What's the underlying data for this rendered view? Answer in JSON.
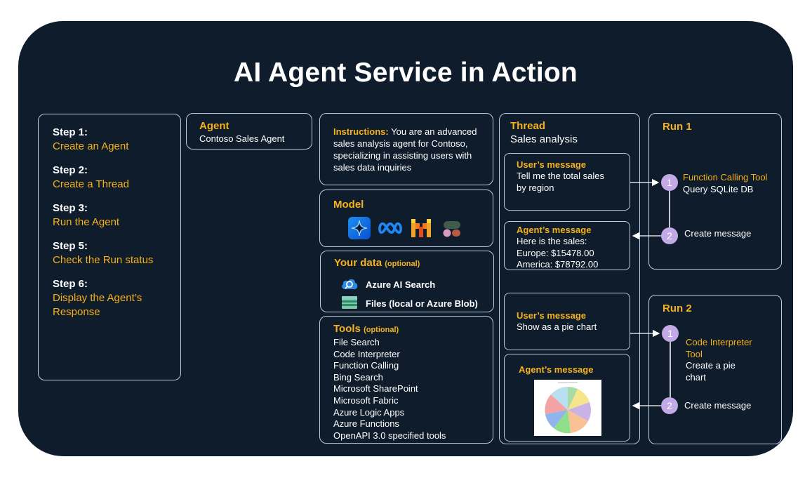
{
  "title": "AI Agent Service in Action",
  "steps": [
    {
      "key": "Step 1:",
      "value": "Create an Agent"
    },
    {
      "key": "Step 2:",
      "value": "Create a Thread"
    },
    {
      "key": "Step 3:",
      "value": "Run the Agent"
    },
    {
      "key": "Step 5:",
      "value": "Check the Run status"
    },
    {
      "key": "Step 6:",
      "value": "Display the Agent’s Response"
    }
  ],
  "agent": {
    "heading": "Agent",
    "name": "Contoso Sales Agent"
  },
  "instructions": {
    "label": "Instructions:",
    "text": " You are an advanced sales analysis agent for Contoso, specializing in assisting users with sales data inquiries"
  },
  "model": {
    "heading": "Model",
    "logos": [
      "azure-openai-icon",
      "meta-icon",
      "mistral-icon",
      "cohere-icon"
    ]
  },
  "your_data": {
    "heading": "Your data",
    "tag": "(optional)",
    "items": [
      {
        "label": "Azure AI Search",
        "icon": "azure-search-icon"
      },
      {
        "label": "Files (local or Azure Blob)",
        "icon": "storage-icon"
      }
    ]
  },
  "tools": {
    "heading": "Tools",
    "tag": "(optional)",
    "items": [
      "File Search",
      "Code Interpreter",
      "Function Calling",
      "Bing Search",
      "Microsoft SharePoint",
      "Microsoft Fabric",
      "Azure Logic Apps",
      "Azure Functions",
      "OpenAPI 3.0 specified tools"
    ]
  },
  "thread": {
    "heading": "Thread",
    "subtitle": "Sales analysis",
    "messages": [
      {
        "heading": "User’s message",
        "lines": [
          "Tell me the total sales",
          "by region"
        ]
      },
      {
        "heading": "Agent’s message",
        "lines": [
          "Here is the sales:",
          "Europe: $15478.00",
          "America: $78792.00"
        ]
      },
      {
        "heading": "User’s message",
        "lines": [
          "Show as a pie chart"
        ]
      },
      {
        "heading": "Agent’s message",
        "lines": []
      }
    ]
  },
  "runs": [
    {
      "heading": "Run 1",
      "steps": [
        {
          "num": "1",
          "tool": "Function Calling Tool",
          "desc": "Query SQLite DB"
        },
        {
          "num": "2",
          "tool": "",
          "desc": "Create message"
        }
      ]
    },
    {
      "heading": "Run 2",
      "steps": [
        {
          "num": "1",
          "tool": "Code Interpreter Tool",
          "desc": "Create a pie chart"
        },
        {
          "num": "2",
          "tool": "",
          "desc": "Create message"
        }
      ]
    }
  ],
  "colors": {
    "background": "#0e1c2c",
    "accent": "#f6b21b",
    "border": "#b9cde0",
    "step_circle": "#c3a9e6"
  }
}
